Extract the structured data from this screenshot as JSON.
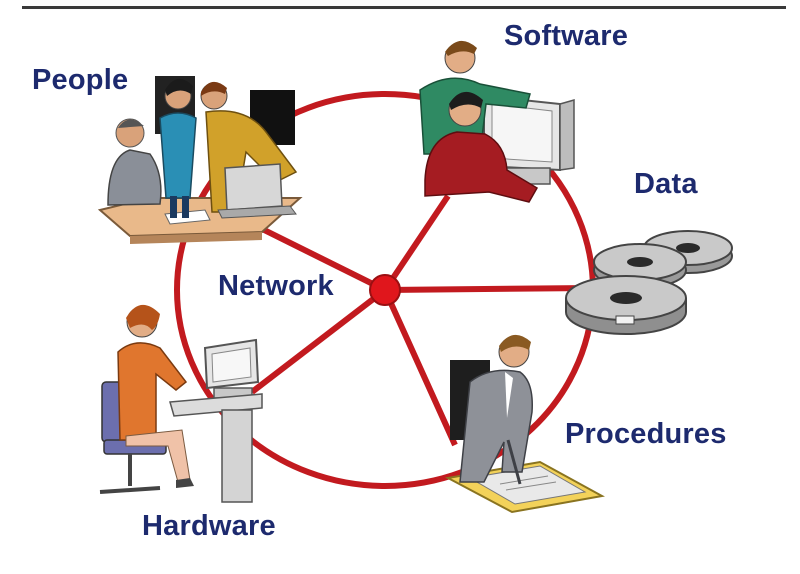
{
  "diagram": {
    "hub_label": "Network",
    "components": [
      {
        "label": "People",
        "icon": "people-workgroup-icon"
      },
      {
        "label": "Software",
        "icon": "software-developers-icon"
      },
      {
        "label": "Data",
        "icon": "data-disks-icon"
      },
      {
        "label": "Procedures",
        "icon": "procedures-document-icon"
      },
      {
        "label": "Hardware",
        "icon": "hardware-workstation-icon"
      }
    ]
  },
  "colors": {
    "ring": "#c21a1f",
    "hub": "#e0161c",
    "label": "#1d2a6e",
    "rule": "#3a3a3a"
  }
}
